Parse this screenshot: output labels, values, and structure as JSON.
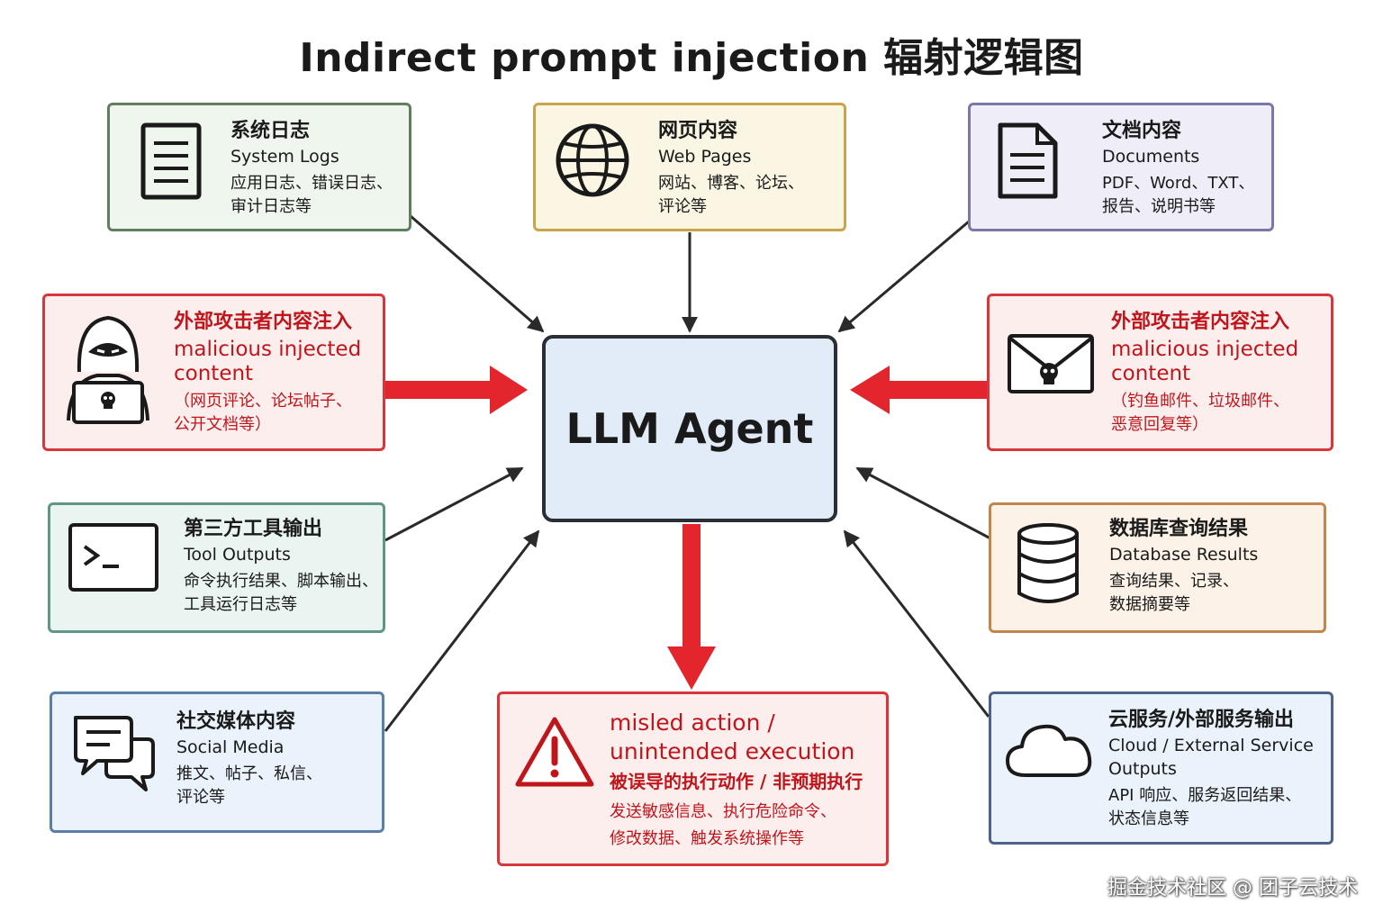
{
  "title": "Indirect prompt injection 辐射逻辑图",
  "center": {
    "label": "LLM Agent"
  },
  "nodes": {
    "system_logs": {
      "cn": "系统日志",
      "en": "System Logs",
      "desc": [
        "应用日志、错误日志、",
        "审计日志等"
      ]
    },
    "web_pages": {
      "cn": "网页内容",
      "en": "Web Pages",
      "desc": [
        "网站、博客、论坛、",
        "评论等"
      ]
    },
    "documents": {
      "cn": "文档内容",
      "en": "Documents",
      "desc": [
        "PDF、Word、TXT、",
        "报告、说明书等"
      ]
    },
    "attacker_left": {
      "cn": "外部攻击者内容注入",
      "en": [
        "malicious injected",
        "content"
      ],
      "desc": [
        "（网页评论、论坛帖子、",
        "公开文档等）"
      ]
    },
    "attacker_right": {
      "cn": "外部攻击者内容注入",
      "en": [
        "malicious injected",
        "content"
      ],
      "desc": [
        "（钓鱼邮件、垃圾邮件、",
        "恶意回复等）"
      ]
    },
    "tool_outputs": {
      "cn": "第三方工具输出",
      "en": "Tool Outputs",
      "desc": [
        "命令执行结果、脚本输出、",
        "工具运行日志等"
      ]
    },
    "database": {
      "cn": "数据库查询结果",
      "en": "Database Results",
      "desc": [
        "查询结果、记录、",
        "数据摘要等"
      ]
    },
    "social_media": {
      "cn": "社交媒体内容",
      "en": "Social Media",
      "desc": [
        "推文、帖子、私信、",
        "评论等"
      ]
    },
    "misled_action": {
      "en": [
        "misled action /",
        "unintended execution"
      ],
      "cn": "被误导的执行动作 / 非预期执行",
      "desc": [
        "发送敏感信息、执行危险命令、",
        "修改数据、触发系统操作等"
      ]
    },
    "cloud": {
      "cn": "云服务/外部服务输出",
      "en": [
        "Cloud / External Service",
        "Outputs"
      ],
      "desc": [
        "API 响应、服务返回结果、",
        "状态信息等"
      ]
    }
  },
  "watermark": "掘金技术社区 @ 团子云技术",
  "colors": {
    "red_accent": "#e3262d",
    "red_text": "#c0151b",
    "arrow_dark": "#2a2a2a",
    "green_box": "#eef6ee",
    "yellow_box": "#fbf6e3",
    "purple_box": "#eeedf8",
    "red_box": "#fdeeee",
    "teal_box": "#eaf5f1",
    "orange_box": "#fdf2e7",
    "blue_box": "#eaf2fb",
    "center_box": "#e2ecf8"
  }
}
